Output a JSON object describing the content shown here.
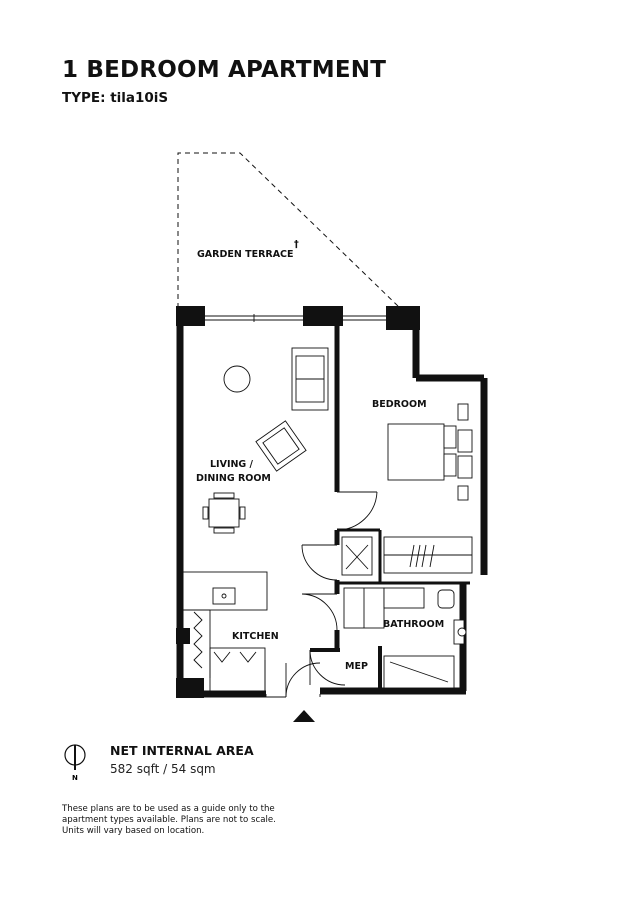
{
  "header": {
    "title": "1 BEDROOM APARTMENT",
    "type": "TYPE: tila10iS"
  },
  "rooms": {
    "garden": "GARDEN TERRACE",
    "garden_mark": "†",
    "bedroom": "BEDROOM",
    "living_line1": "LIVING /",
    "living_line2": "DINING ROOM",
    "kitchen": "KITCHEN",
    "bathroom": "BATHROOM",
    "mep": "MEP"
  },
  "area": {
    "title": "NET INTERNAL AREA",
    "value": "582 sqft / 54 sqm",
    "compass_letter": "N",
    "compass_icon": "north-arrow-icon"
  },
  "disclaimer": {
    "lines": [
      "These plans are to be used as a guide only to the",
      "apartment types available. Plans are not to scale.",
      "Units will vary based on location."
    ]
  },
  "colors": {
    "wall": "#111111",
    "background": "#ffffff"
  }
}
